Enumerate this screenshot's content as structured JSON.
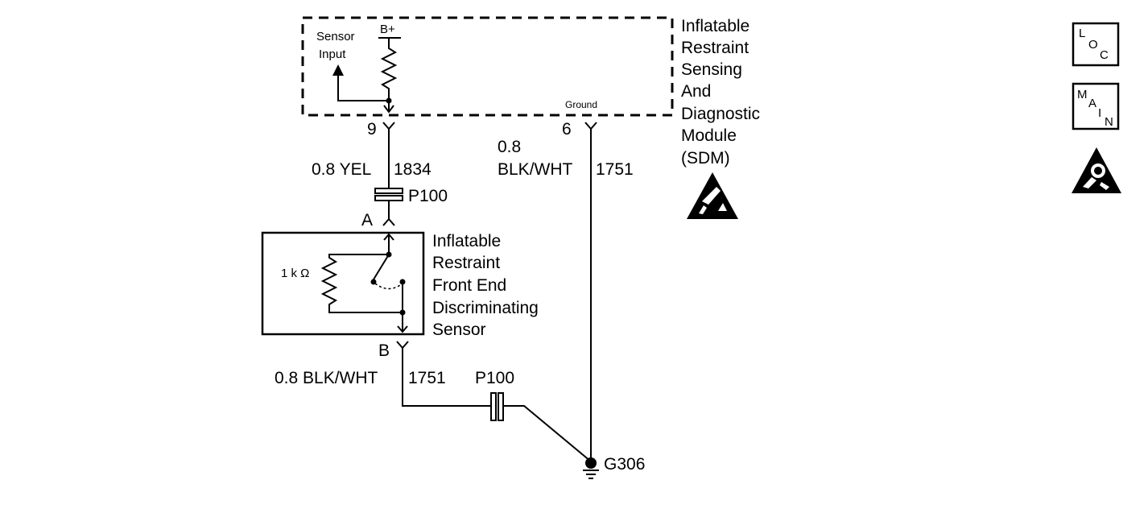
{
  "sdm": {
    "title_lines": [
      "Inflatable",
      "Restraint",
      "Sensing",
      "And",
      "Diagnostic",
      "Module",
      "(SDM)"
    ],
    "sensor_input": [
      "Sensor",
      "Input"
    ],
    "bplus": "B+",
    "ground": "Ground",
    "pin_9": "9",
    "pin_6": "6"
  },
  "wires": {
    "w1834_gauge": "0.8 YEL",
    "w1834_circuit": "1834",
    "w1751_gauge": "0.8",
    "w1751_color": "BLK/WHT",
    "w1751_circuit": "1751",
    "w1751b_label": "0.8 BLK/WHT",
    "w1751b_circuit": "1751"
  },
  "connectors": {
    "p100_top": "P100",
    "p100_bottom": "P100"
  },
  "sensor": {
    "title_lines": [
      "Inflatable",
      "Restraint",
      "Front End",
      "Discriminating",
      "Sensor"
    ],
    "pin_a": "A",
    "pin_b": "B",
    "resistor": "1 k Ω"
  },
  "ground_point": "G306",
  "symbols": {
    "loc": [
      "L",
      "O",
      "C"
    ],
    "main": [
      "M",
      "A",
      "I",
      "N"
    ]
  },
  "icons": [
    "esd-warning-icon",
    "airbag-warning-icon"
  ]
}
